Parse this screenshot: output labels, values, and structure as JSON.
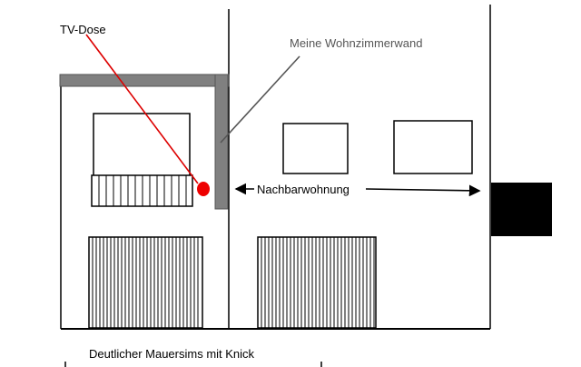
{
  "labels": {
    "tv_socket": "TV-Dose",
    "living_room_wall": "Meine Wohnzimmerwand",
    "neighbor_apartment": "Nachbarwohnung",
    "wall_ledge": "Deutlicher Mauersims mit Knick"
  },
  "colors": {
    "line": "#000000",
    "wall_fill": "#808080",
    "pointer_red": "#dd0000",
    "pointer_gray": "#555555",
    "socket": "#ee0000",
    "block": "#000000"
  }
}
